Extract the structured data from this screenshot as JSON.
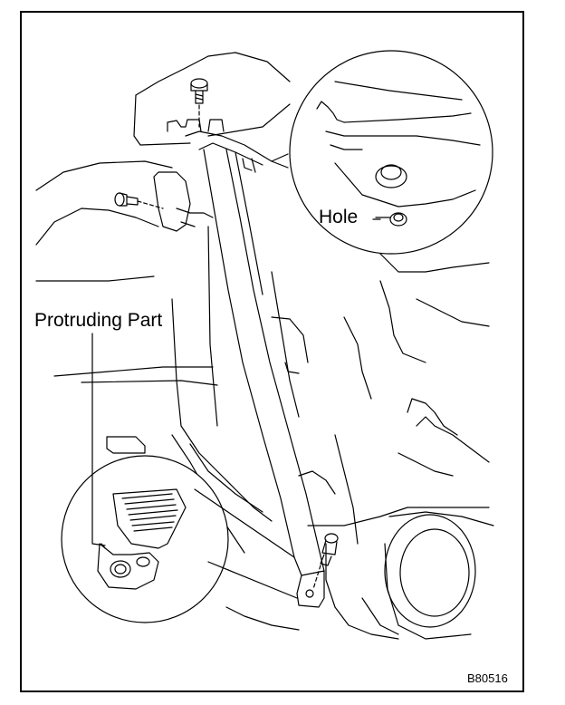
{
  "labels": {
    "hole": "Hole",
    "protruding_part": "Protruding Part",
    "figure_code": "B80516"
  },
  "colors": {
    "line": "#000000",
    "background": "#ffffff"
  }
}
